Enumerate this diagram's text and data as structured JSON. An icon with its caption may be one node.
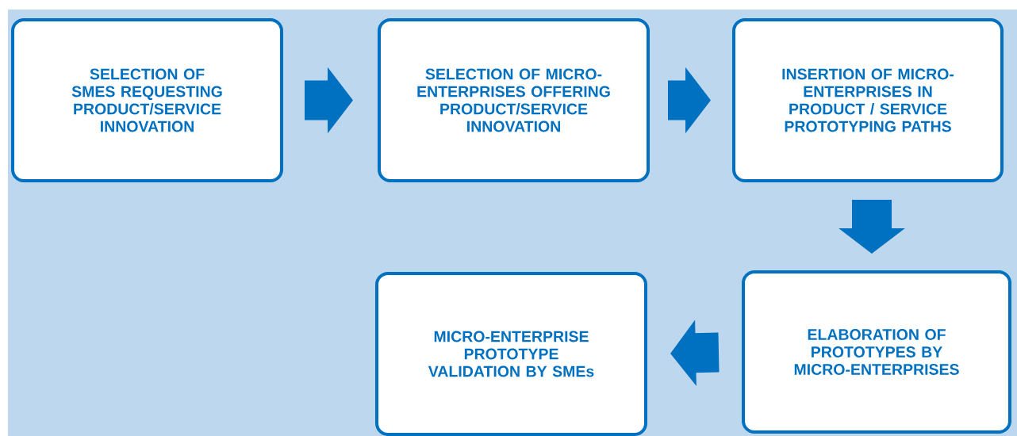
{
  "diagram": {
    "nodes": [
      {
        "text": [
          "SELECTION OF SMES REQUESTING PRODUCT/SERVICE INNOVATION"
        ]
      },
      {
        "text": [
          "SELECTION OF MICRO-ENTERPRISES OFFERING PRODUCT/SERVICE INNOVATION"
        ]
      },
      {
        "text": [
          "INSERTION OF MICRO-ENTERPRISES IN PRODUCT / SERVICE PROTOTYPING PATHS"
        ]
      },
      {
        "text": [
          "ELABORATION OF PROTOTYPES BY MICRO-ENTERPRISES"
        ]
      },
      {
        "text": [
          "MICRO-ENTERPRISE PROTOTYPE VALIDATION BY SMEs"
        ]
      }
    ],
    "edges": [
      {
        "from": 0,
        "to": 1,
        "arrow": "to"
      },
      {
        "from": 1,
        "to": 2,
        "arrow": "to"
      },
      {
        "from": 2,
        "to": 3,
        "arrow": "to"
      },
      {
        "from": 3,
        "to": 4,
        "arrow": "to"
      }
    ]
  }
}
